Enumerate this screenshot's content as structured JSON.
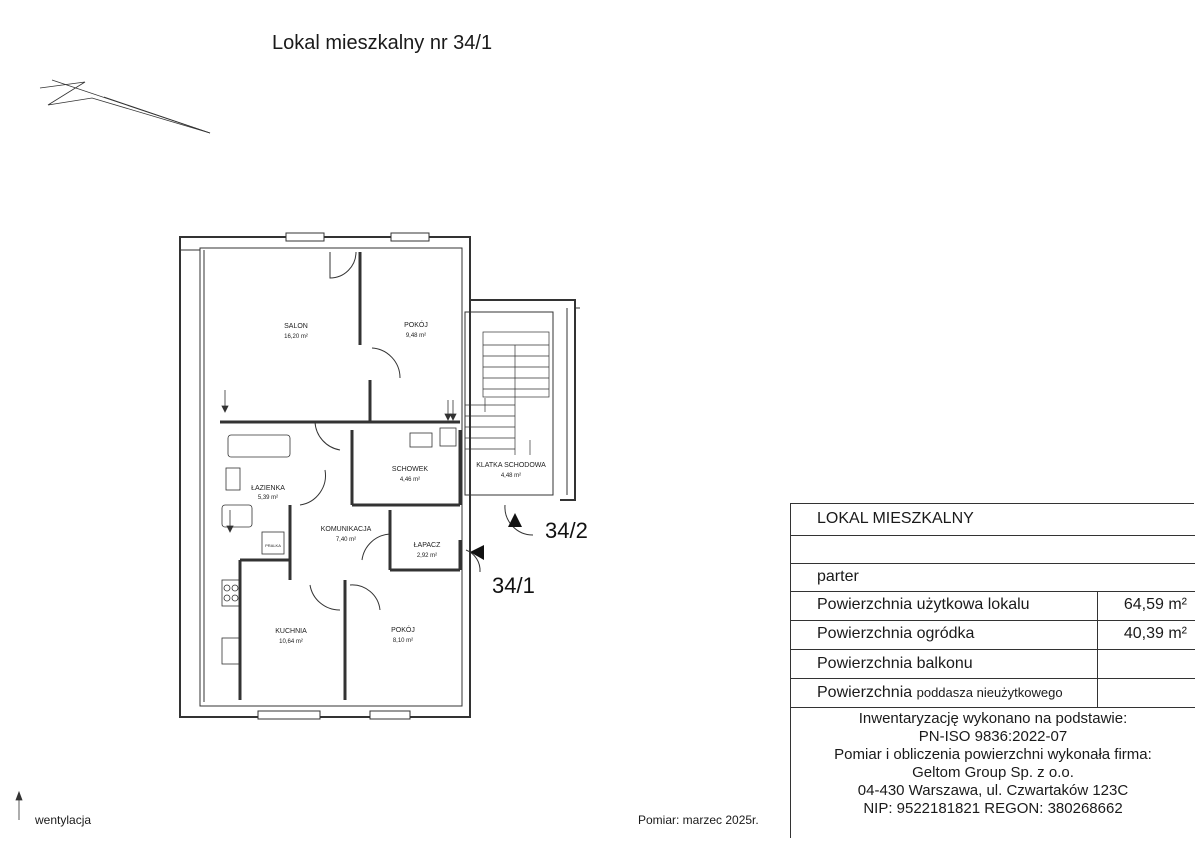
{
  "title": "Lokal mieszkalny nr 34/1",
  "rooms": [
    {
      "name": "SALON",
      "area": "16,20 m²"
    },
    {
      "name": "POKÓJ",
      "area": "9,48 m²"
    },
    {
      "name": "ŁAZIENKA",
      "area": "5,39 m²"
    },
    {
      "name": "SCHOWEK",
      "area": "4,46 m²"
    },
    {
      "name": "KLATKA SCHODOWA",
      "area": "4,48 m²"
    },
    {
      "name": "KOMUNIKACJA",
      "area": "7,40 m²"
    },
    {
      "name": "ŁAPACZ",
      "area": "2,92 m²"
    },
    {
      "name": "KUCHNIA",
      "area": "10,64 m²"
    },
    {
      "name": "POKÓJ",
      "area": "8,10 m²"
    }
  ],
  "unit_labels": {
    "neighbor": "34/2",
    "current": "34/1"
  },
  "appliance_label": "PRALKA",
  "legend": {
    "ventilation": "wentylacja"
  },
  "survey_date": "Pomiar: marzec 2025r.",
  "table": {
    "header": "LOKAL MIESZKALNY",
    "floor": "parter",
    "usable_area_label": "Powierzchnia użytkowa lokalu",
    "usable_area_value": "64,59  m²",
    "garden_area_label": "Powierzchnia ogródka",
    "garden_area_value": "40,39  m²",
    "balcony_area_label": "Powierzchnia balkonu",
    "balcony_area_value": "",
    "attic_area_label": "Powierzchnia",
    "attic_area_label_small": "poddasza nieużytkowego",
    "attic_area_value": "",
    "notes": [
      "Inwentaryzację wykonano na podstawie:",
      "PN-ISO 9836:2022-07",
      "Pomiar i obliczenia powierzchni wykonała firma:",
      "Geltom Group Sp. z o.o.",
      "04-430 Warszawa, ul. Czwartaków 123C",
      "NIP: 9522181821 REGON: 380268662"
    ]
  }
}
